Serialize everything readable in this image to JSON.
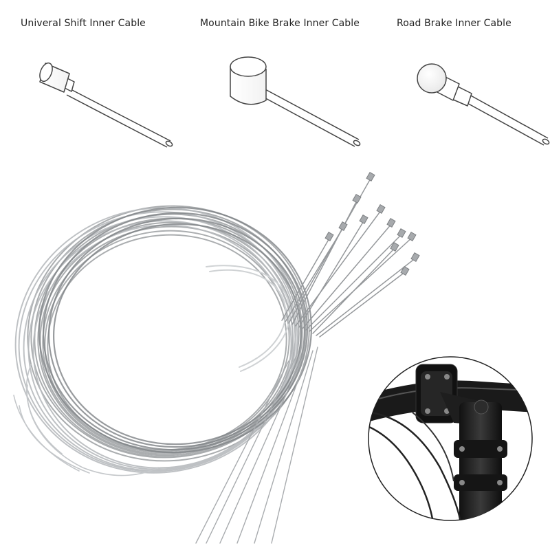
{
  "labels": [
    "Univeral Shift Inner Cable",
    "Mountain Bike Brake Inner Cable",
    "Road Brake Inner Cable"
  ],
  "illustrations": [
    {
      "name": "shift-cable-cylinder-head"
    },
    {
      "name": "mtb-brake-cable-barrel-head"
    },
    {
      "name": "road-brake-cable-pear-head"
    }
  ],
  "photo": {
    "subject": "coil-of-stainless-inner-cables",
    "inset": "handlebar-stem-close-up"
  },
  "colors": {
    "cable_dark": "#8a8d90",
    "cable_light": "#d8dadc",
    "outline": "#444444",
    "inset_bg": "#ffffff",
    "stem_black": "#1c1c1c"
  }
}
